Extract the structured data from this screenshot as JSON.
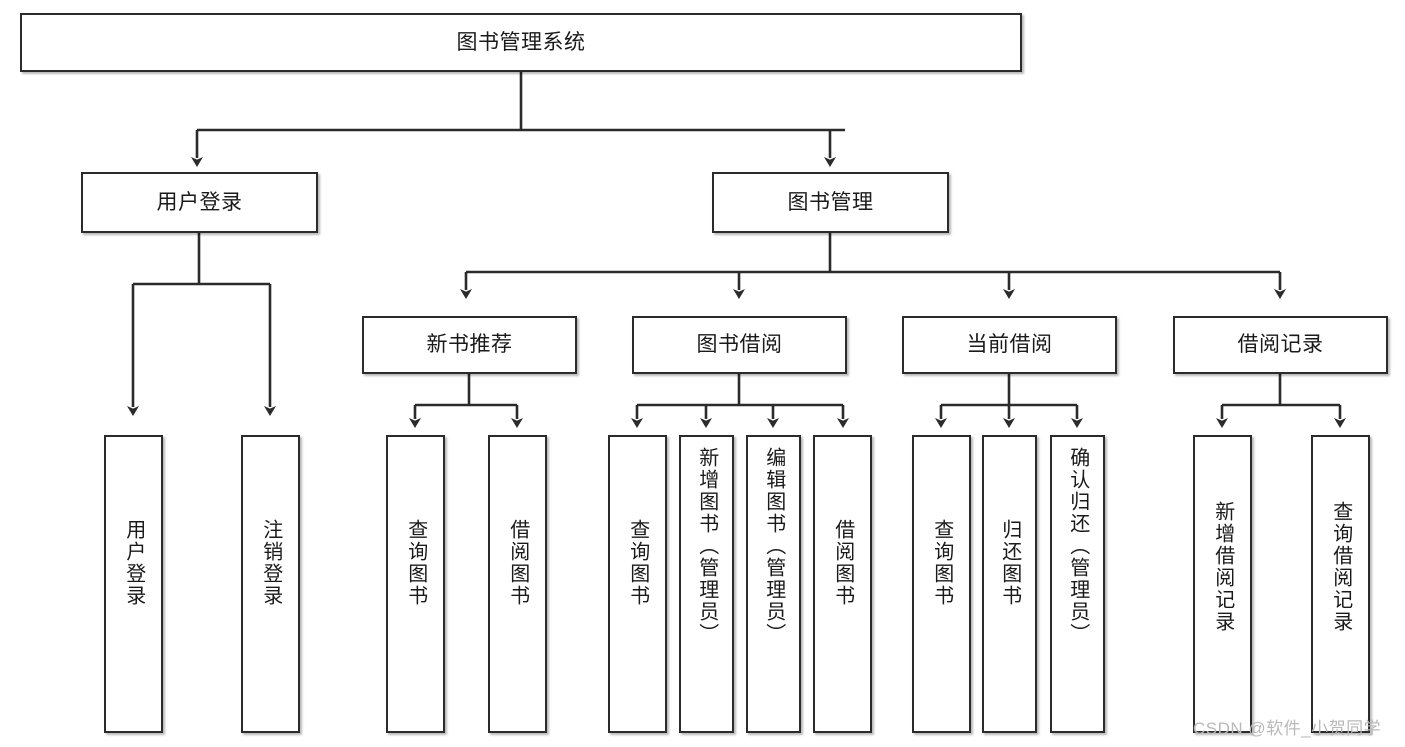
{
  "diagram": {
    "type": "tree-hierarchy-chart",
    "title": "图书管理系统",
    "stroke_color": "#2b2b2b",
    "background_color": "#ffffff",
    "text_color": "#1a1a1a"
  },
  "nodes": {
    "root": {
      "label": "图书管理系统"
    },
    "level1": [
      {
        "id": "user-login",
        "label": "用户登录"
      },
      {
        "id": "book-manage",
        "label": "图书管理"
      }
    ],
    "level2": [
      {
        "id": "new-book-recommend",
        "label": "新书推荐"
      },
      {
        "id": "book-borrow",
        "label": "图书借阅"
      },
      {
        "id": "current-borrow",
        "label": "当前借阅"
      },
      {
        "id": "borrow-record",
        "label": "借阅记录"
      }
    ],
    "leaves": {
      "user_login": [
        {
          "id": "leaf-user-login",
          "label": "用户登录"
        },
        {
          "id": "leaf-logout",
          "label": "注销登录"
        }
      ],
      "new_book_recommend": [
        {
          "id": "leaf-query-book-1",
          "label": "查询图书"
        },
        {
          "id": "leaf-borrow-book-1",
          "label": "借阅图书"
        }
      ],
      "book_borrow": [
        {
          "id": "leaf-query-book-2",
          "label": "查询图书"
        },
        {
          "id": "leaf-add-book",
          "label": "新增图书（管理员）"
        },
        {
          "id": "leaf-edit-book",
          "label": "编辑图书（管理员）"
        },
        {
          "id": "leaf-borrow-book-2",
          "label": "借阅图书"
        }
      ],
      "current_borrow": [
        {
          "id": "leaf-query-book-3",
          "label": "查询图书"
        },
        {
          "id": "leaf-return-book",
          "label": "归还图书"
        },
        {
          "id": "leaf-confirm-return",
          "label": "确认归还（管理员）"
        }
      ],
      "borrow_record": [
        {
          "id": "leaf-add-record",
          "label": "新增借阅记录"
        },
        {
          "id": "leaf-query-record",
          "label": "查询借阅记录"
        }
      ]
    }
  },
  "watermark": {
    "text": "CSDN @软件_小贺同学"
  }
}
